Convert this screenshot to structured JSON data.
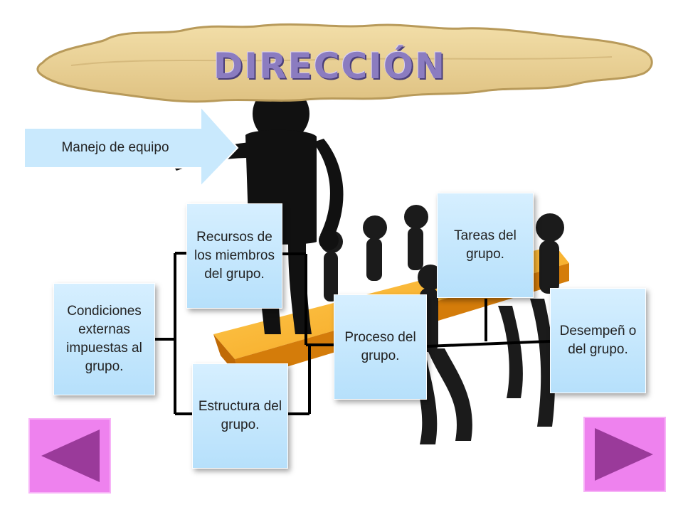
{
  "title": "DIRECCIÓN",
  "arrow": {
    "label": "Manejo de equipo"
  },
  "boxes": {
    "external": "Condiciones externas impuestas al grupo.",
    "resources": "Recursos de los miembros del grupo.",
    "structure": "Estructura del grupo.",
    "process": "Proceso del grupo.",
    "tasks": "Tareas del grupo.",
    "performance": "Desempeñ o del grupo."
  },
  "navigation": {
    "previous_icon": "triangle-left-icon",
    "next_icon": "triangle-right-icon"
  },
  "colors": {
    "box_fill": "#c4e6fc",
    "nav_button": "#ee82ee",
    "nav_triangle": "#9a3a9a",
    "title": "#8b7cc0",
    "scroll": "#e6cf95"
  }
}
